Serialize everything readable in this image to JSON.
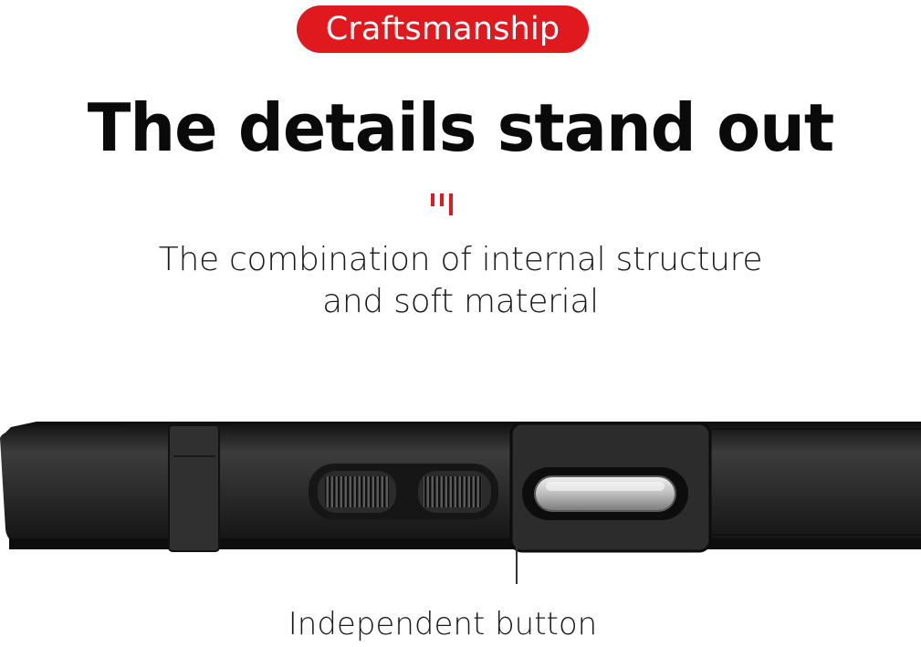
{
  "badge": {
    "label": "Craftsmanship",
    "color": "#e0191e"
  },
  "headline": "The details stand out",
  "accent_icon": "three-red-bars-icon",
  "subtitle": {
    "line1": "The combination of internal structure",
    "line2": "and soft material"
  },
  "product_image": "phone-case-side-edge",
  "callout": {
    "label": "Independent button"
  }
}
